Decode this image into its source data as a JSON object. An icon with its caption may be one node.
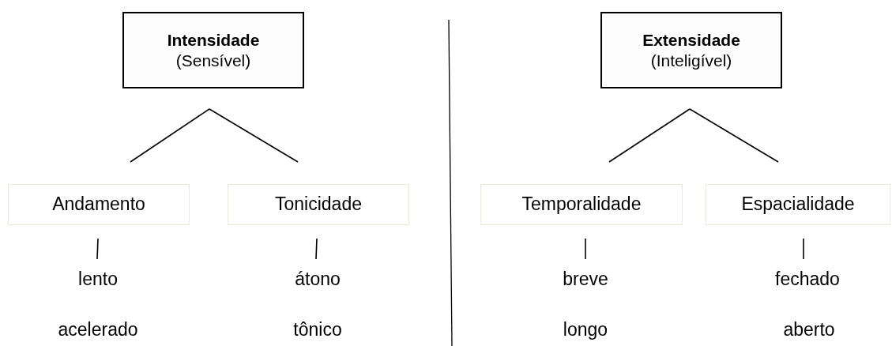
{
  "diagram": {
    "nodes": [
      {
        "text": [
          "Intensidade",
          "(Sensível)"
        ]
      },
      {
        "text": [
          "Andamento"
        ]
      },
      {
        "text": [
          "Tonicidade"
        ]
      },
      {
        "text": [
          "Extensidade",
          "(Inteligível)"
        ]
      },
      {
        "text": [
          "Temporalidade"
        ]
      },
      {
        "text": [
          "Espacialidade"
        ]
      },
      {
        "text": [
          "lento"
        ]
      },
      {
        "text": [
          "átono"
        ]
      },
      {
        "text": [
          "breve"
        ]
      },
      {
        "text": [
          "fechado"
        ]
      }
    ],
    "edges": [
      {
        "from": 0,
        "to": 1,
        "arrow": "none"
      },
      {
        "from": 0,
        "to": 2,
        "arrow": "none"
      },
      {
        "from": 3,
        "to": 4,
        "arrow": "none"
      },
      {
        "from": 3,
        "to": 5,
        "arrow": "none"
      },
      {
        "from": 1,
        "to": 6,
        "arrow": "none"
      },
      {
        "from": 2,
        "to": 7,
        "arrow": "none"
      },
      {
        "from": 4,
        "to": 8,
        "arrow": "none"
      },
      {
        "from": 5,
        "to": 9,
        "arrow": "none"
      }
    ],
    "labels": [
      "acelerado",
      "tônico",
      "longo",
      "aberto"
    ]
  }
}
